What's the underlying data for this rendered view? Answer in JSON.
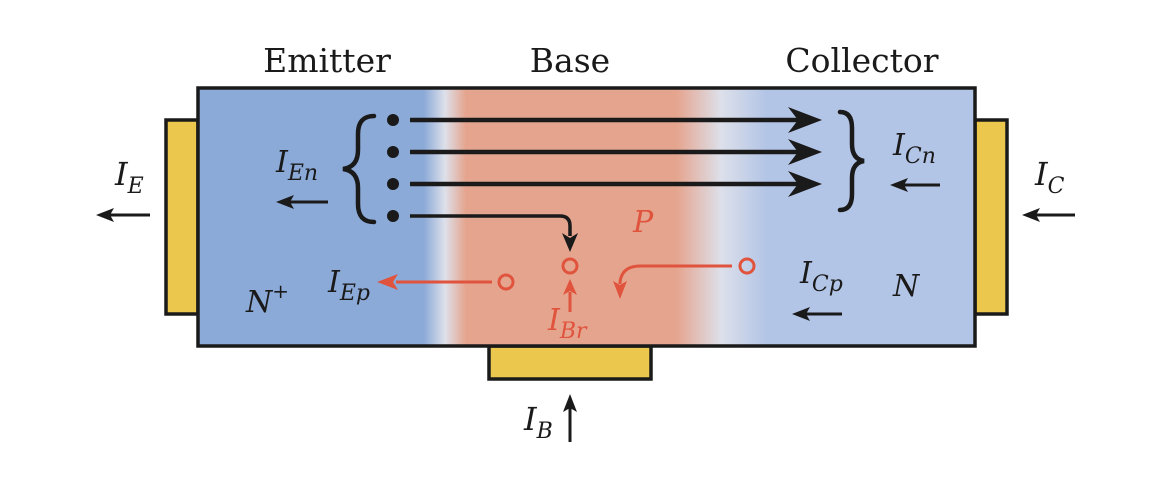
{
  "regions": {
    "emitter": {
      "title": "Emitter",
      "doping_main": "N",
      "doping_sup": "+"
    },
    "base": {
      "title": "Base",
      "doping": "P"
    },
    "collector": {
      "title": "Collector",
      "doping": "N"
    }
  },
  "currents": {
    "i_e": {
      "main": "I",
      "sub": "E"
    },
    "i_c": {
      "main": "I",
      "sub": "C"
    },
    "i_b": {
      "main": "I",
      "sub": "B"
    },
    "i_en": {
      "main": "I",
      "sub": "En"
    },
    "i_ep": {
      "main": "I",
      "sub": "Ep"
    },
    "i_cn": {
      "main": "I",
      "sub": "Cn"
    },
    "i_cp": {
      "main": "I",
      "sub": "Cp"
    },
    "i_br": {
      "main": "I",
      "sub": "Br"
    }
  },
  "colors": {
    "emitter": "#8caad8",
    "base": "#e5a48e",
    "collector": "#b3c5e6",
    "depletion": "#dde0ea",
    "contact": "#ecc74e",
    "outline": "#1a1a1a",
    "hole": "#e0533d",
    "electron": "#1a1a1a"
  }
}
